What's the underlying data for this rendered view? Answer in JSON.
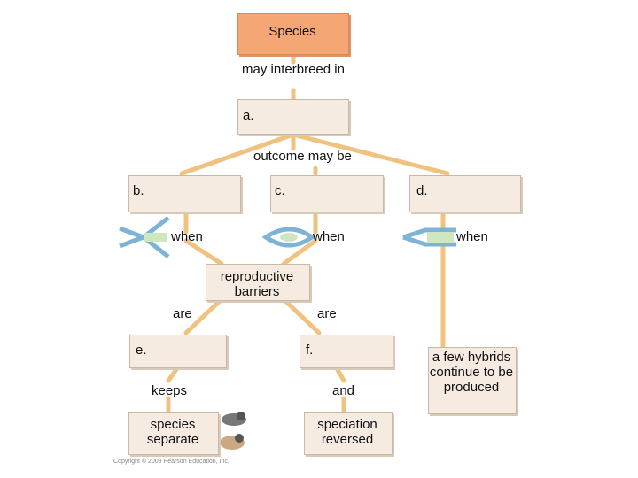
{
  "nodes": {
    "species": "Species",
    "interbreed": "may interbreed in",
    "a": "a.",
    "outcome": "outcome may be",
    "b": "b.",
    "c": "c.",
    "d": "d.",
    "when1": "when",
    "when2": "when",
    "when3": "when",
    "reproductive_barriers": "reproductive barriers",
    "are1": "are",
    "are2": "are",
    "e": "e.",
    "f": "f.",
    "keeps": "keeps",
    "and": "and",
    "species_separate": "species separate",
    "speciation_reversed": "speciation reversed",
    "few_hybrids": "a few hybrids continue to be produced"
  },
  "footer": "Copyright © 2009 Pearson Education, Inc.",
  "colors": {
    "line": "#f0c27f",
    "box": "#f6ebe1",
    "top_box": "#f4a775",
    "arrow": "#7fb3d6"
  }
}
